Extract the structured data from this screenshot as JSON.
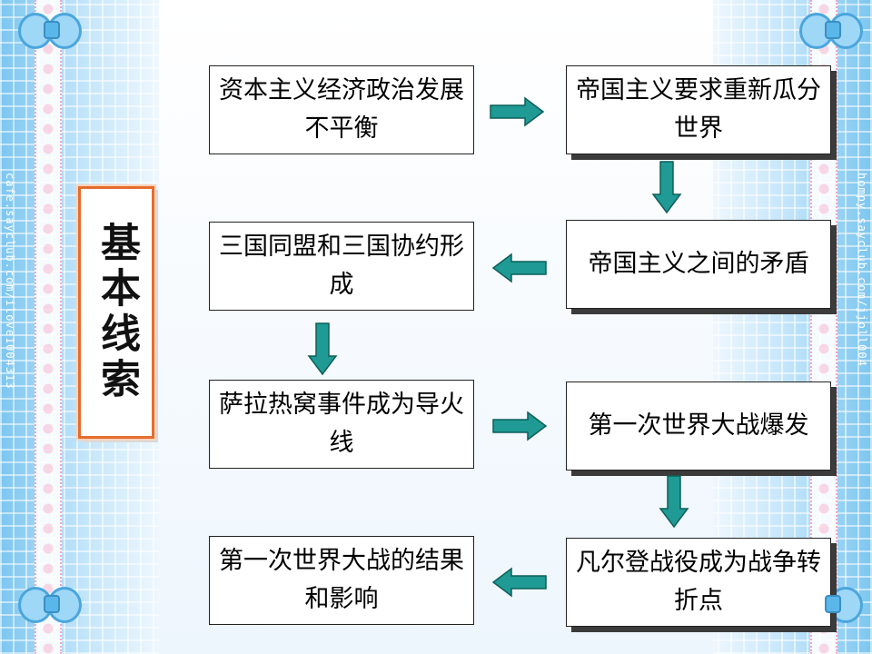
{
  "title": "基本线索",
  "side_text": {
    "left": "cafe.sayclub.com/ilove1004313",
    "right": "hompy.sayclub.com/jjoll004"
  },
  "colors": {
    "arrow": "#1f9a94",
    "arrow_stroke": "#0d5f5a",
    "title_border": "#e46d2d"
  },
  "nodes": {
    "n1": "资本主义经济政治发展不平衡",
    "n2": "帝国主义要求重新瓜分世界",
    "n3": "帝国主义之间的矛盾",
    "n4": "三国同盟和三国协约形成",
    "n5": "萨拉热窝事件成为导火线",
    "n6": "第一次世界大战爆发",
    "n7": "凡尔登战役成为战争转折点",
    "n8": "第一次世界大战的结果和影响"
  }
}
